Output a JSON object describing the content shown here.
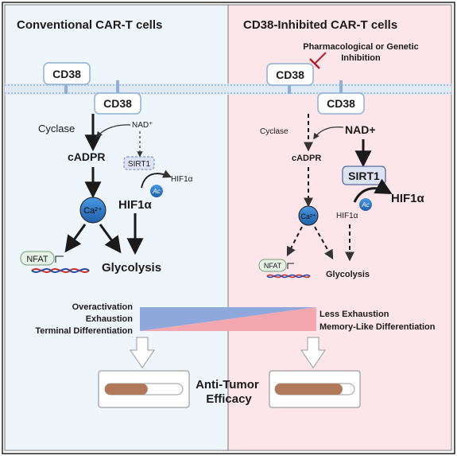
{
  "panels": {
    "left_title": "Conventional CAR-T cells",
    "right_title": "CD38-Inhibited CAR-T cells"
  },
  "left": {
    "cd38_top": "CD38",
    "cd38_bottom": "CD38",
    "cyclase": "Cyclase",
    "nad": "NAD⁺",
    "cadpr": "cADPR",
    "sirt1": "SIRT1",
    "hif1a_small": "HIF1α",
    "hif1a": "HIF1α",
    "ac": "Ac",
    "ca": "Ca²⁺",
    "nfat": "NFAT",
    "glycolysis": "Glycolysis"
  },
  "right": {
    "inhibition": "Pharmacological or Genetic\nInhibition",
    "cd38_top": "CD38",
    "cd38_bottom": "CD38",
    "cyclase": "Cyclase",
    "nad": "NAD+",
    "cadpr": "cADPR",
    "sirt1": "SIRT1",
    "hif1a_big": "HIF1α",
    "hif1a_small": "HIF1α",
    "ac": "Ac",
    "ca": "Ca²⁺",
    "nfat": "NFAT",
    "glycolysis": "Glycolysis"
  },
  "bottom": {
    "left_outcomes": [
      "Overactivation",
      "Exhaustion",
      "Terminal Differentiation"
    ],
    "right_outcomes": [
      "Less Exhaustion",
      "Memory-Like Differentiation"
    ],
    "efficacy_label": "Anti-Tumor\nEfficacy",
    "left_efficacy_fraction": 0.55,
    "right_efficacy_fraction": 0.85
  },
  "colors": {
    "left_bg": "#eef6fc",
    "right_bg": "#fde6ea",
    "membrane": "#b7cde3",
    "receptor_stroke": "#8fb0d4",
    "inhibit": "#b0202a",
    "calcium": "#2f7fd0",
    "bar_fill": "#b07a5a",
    "wedge_blue": "#8ea8dc",
    "wedge_pink": "#f3a8b0",
    "sirt1_fill": "#dde3f3"
  }
}
